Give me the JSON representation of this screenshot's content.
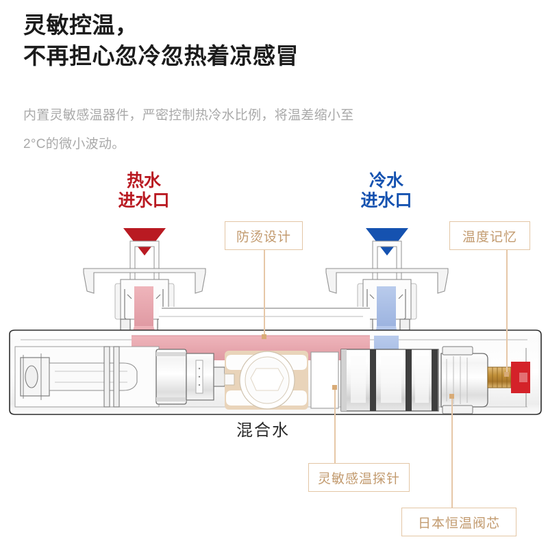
{
  "headline": {
    "line1": "灵敏控温，",
    "line2": "不再担心忽冷忽热着凉感冒"
  },
  "subcopy": {
    "line1": "内置灵敏感温器件，严密控制热冷水比例，将温差缩小至",
    "line2": "2°C的微小波动。"
  },
  "inlets": {
    "hot": {
      "line1": "热水",
      "line2": "进水口",
      "color": "#b91a22",
      "arrow_icon": "arrow-down-icon"
    },
    "cold": {
      "line1": "冷水",
      "line2": "进水口",
      "color": "#1552b0",
      "arrow_icon": "arrow-down-icon"
    }
  },
  "callouts": [
    {
      "id": "antiscald",
      "label": "防烫设计"
    },
    {
      "id": "tempmem",
      "label": "温度记忆"
    },
    {
      "id": "probe",
      "label": "灵敏感温探针"
    },
    {
      "id": "cartridge",
      "label": "日本恒温阀芯"
    }
  ],
  "captions": {
    "mixed_water": "混合水"
  },
  "colors": {
    "hot_accent": "#b91a22",
    "cold_accent": "#1552b0",
    "callout_border": "#e3c6a5",
    "callout_text": "#c29a6e",
    "hot_channel": "#e8a7ae",
    "cold_channel": "#a8bde4",
    "tan_body": "#e9d4ba",
    "headline_text": "#1b1b1b",
    "subcopy_text": "#a9a9a9",
    "knob_red": "#d42229",
    "brass": "#b5812f"
  }
}
